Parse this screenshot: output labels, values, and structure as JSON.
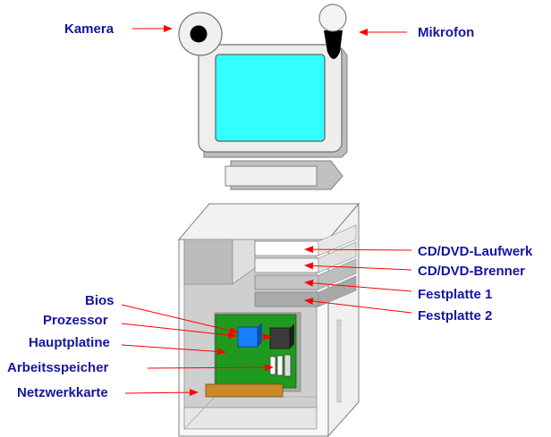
{
  "labels": {
    "kamera": "Kamera",
    "mikrofon": "Mikrofon",
    "cd_laufwerk": "CD/DVD-Laufwerk",
    "cd_brenner": "CD/DVD-Brenner",
    "festplatte1": "Festplatte 1",
    "festplatte2": "Festplatte 2",
    "bios": "Bios",
    "prozessor": "Prozessor",
    "hauptplatine": "Hauptplatine",
    "arbeitsspeicher": "Arbeitsspeicher",
    "netzwerkkarte": "Netzwerkkarte"
  },
  "colors": {
    "label_text": "#1515a0",
    "arrow": "#ff0000",
    "screen": "#33ffff",
    "motherboard": "#1f9a1f",
    "bios_chip": "#1a7fff",
    "network_card": "#c98a2a"
  }
}
